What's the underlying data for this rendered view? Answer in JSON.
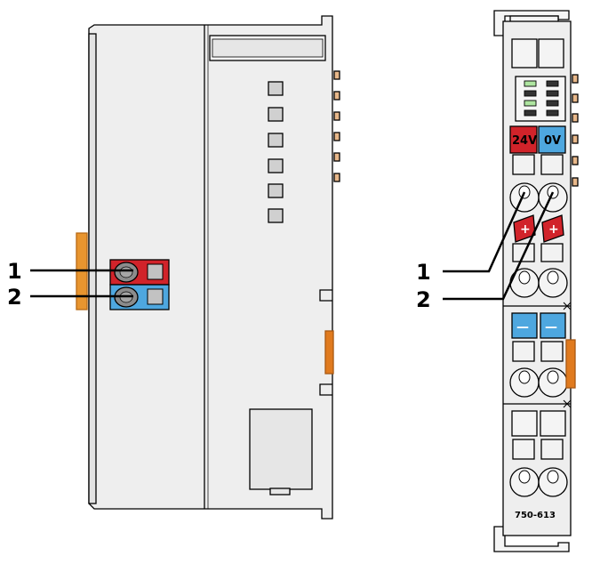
{
  "callouts": {
    "one": "1",
    "two": "2"
  },
  "module": {
    "voltage_plus": "24V",
    "voltage_minus": "0V",
    "plus_sign": "+",
    "minus_sign": "—",
    "part_number": "750-613"
  },
  "colors": {
    "housing": "#eeeeee",
    "outline": "#000000",
    "red": "#d1232a",
    "blue": "#4ea7df",
    "orange": "#e07a1e",
    "gray_square": "#c8c8c8",
    "led_green": "#aee5a0",
    "led_dark": "#333333"
  }
}
